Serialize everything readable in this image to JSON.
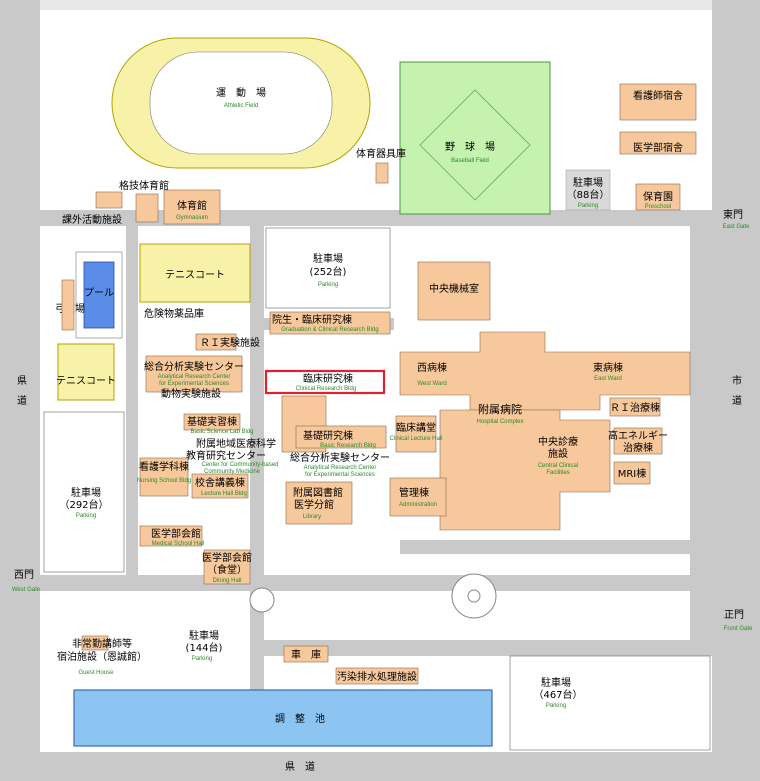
{
  "map": {
    "highlight_color": "#e0202a",
    "labels": {
      "athletic_jp": "運　動　場",
      "athletic_en": "Athletic Field",
      "baseball_jp": "野　球　場",
      "baseball_en": "Baseball Field",
      "sports_equipment": "体育器具庫",
      "nurse_dorm": "看護師宿舎",
      "med_dorm": "医学部宿舎",
      "parking88_jp": "駐車場",
      "parking88_count": "（88台）",
      "parking88_en": "Parking",
      "nursery_jp": "保育園",
      "nursery_en": "Preschool",
      "martial_gym": "格技体育館",
      "gym_jp": "体育館",
      "gym_en": "Gymnasium",
      "club_facility": "課外活動施設",
      "east_gate_jp": "東門",
      "east_gate_en": "East Gate",
      "pool": "プール",
      "tennis1": "テニスコート",
      "parking252_jp": "駐車場",
      "parking252_count": "(252台)",
      "parking252_en": "Parking",
      "central_machine": "中央機械室",
      "archery": "弓道場",
      "hazmat": "危険物薬品庫",
      "grad_jp": "院生・臨床研究棟",
      "grad_en": "Graduation & Clinical Research Bldg",
      "ri_facility": "ＲＩ実験施設",
      "tennis2": "テニスコート",
      "analytical_jp": "総合分析実験センター",
      "analytical_en1": "Analytical Research Center",
      "analytical_en2": "for Experimental Sciences",
      "animal_facility": "動物実験施設",
      "clinical_jp": "臨床研究棟",
      "clinical_en": "Clinical Research Bldg",
      "west_ward_jp": "西病棟",
      "west_ward_en": "West Ward",
      "east_ward_jp": "東病棟",
      "east_ward_en": "East Ward",
      "hospital_jp": "附属病院",
      "hospital_en": "Hospital Complex",
      "ri_therapy": "ＲＩ治療棟",
      "pref_road_left": "県　道",
      "city_road": "市　道",
      "basic_lab_jp": "基礎実習棟",
      "basic_lab_en": "Basic Science Lab Bldg",
      "community_jp1": "附属地域医療科学",
      "community_jp2": "教育研究センター",
      "community_en1": "Center for Community-based",
      "community_en2": "Community Medicine",
      "basic_research_jp": "基礎研究棟",
      "basic_research_en": "Basic Research Bldg",
      "clinical_lecture_jp": "臨床講堂",
      "clinical_lecture_en": "Clinical Lecture Hall",
      "central_clinical_jp1": "中央診療",
      "central_clinical_jp2": "施設",
      "central_clinical_en1": "Central Clinical",
      "central_clinical_en2": "Facilities",
      "high_energy_jp1": "高エネルギー",
      "high_energy_jp2": "治療棟",
      "analytical2_jp": "総合分析実験センター",
      "analytical2_en1": "Analytical Research Center",
      "analytical2_en2": "for Experimental Sciences",
      "nursing_school_jp": "看護学科棟",
      "nursing_school_en": "Nursing School Bldg",
      "mri": "MRI棟",
      "parking292_jp": "駐車場",
      "parking292_count": "（292台）",
      "parking292_en": "Parking",
      "lecture_hall_jp": "校舎講義棟",
      "lecture_hall_en": "Lecture Hall Bldg",
      "library_jp1": "附属図書館",
      "library_jp2": "医学分館",
      "library_en": "Library",
      "admin_jp": "管理棟",
      "admin_en": "Administration",
      "med_school_jp": "医学部会館",
      "med_school_en": "Medical School Hall",
      "dining_jp1": "医学部会館",
      "dining_jp2": "（食堂）",
      "dining_en": "Dining Hall",
      "west_gate_jp": "西門",
      "west_gate_en": "West Gate",
      "main_gate_jp": "正門",
      "main_gate_en": "Front Gate",
      "lecturer_jp1": "非常勤講師等",
      "lecturer_jp2": "宿泊施設（恩誠館）",
      "lecturer_en": "Guest House",
      "parking144_jp": "駐車場",
      "parking144_count": "(144台)",
      "parking144_en": "Parking",
      "garage": "車　庫",
      "wastewater": "汚染排水処理施設",
      "parking467_jp": "駐車場",
      "parking467_count": "（467台）",
      "parking467_en": "Parking",
      "pond": "調　整　池",
      "pref_road_bottom": "県　道"
    }
  }
}
